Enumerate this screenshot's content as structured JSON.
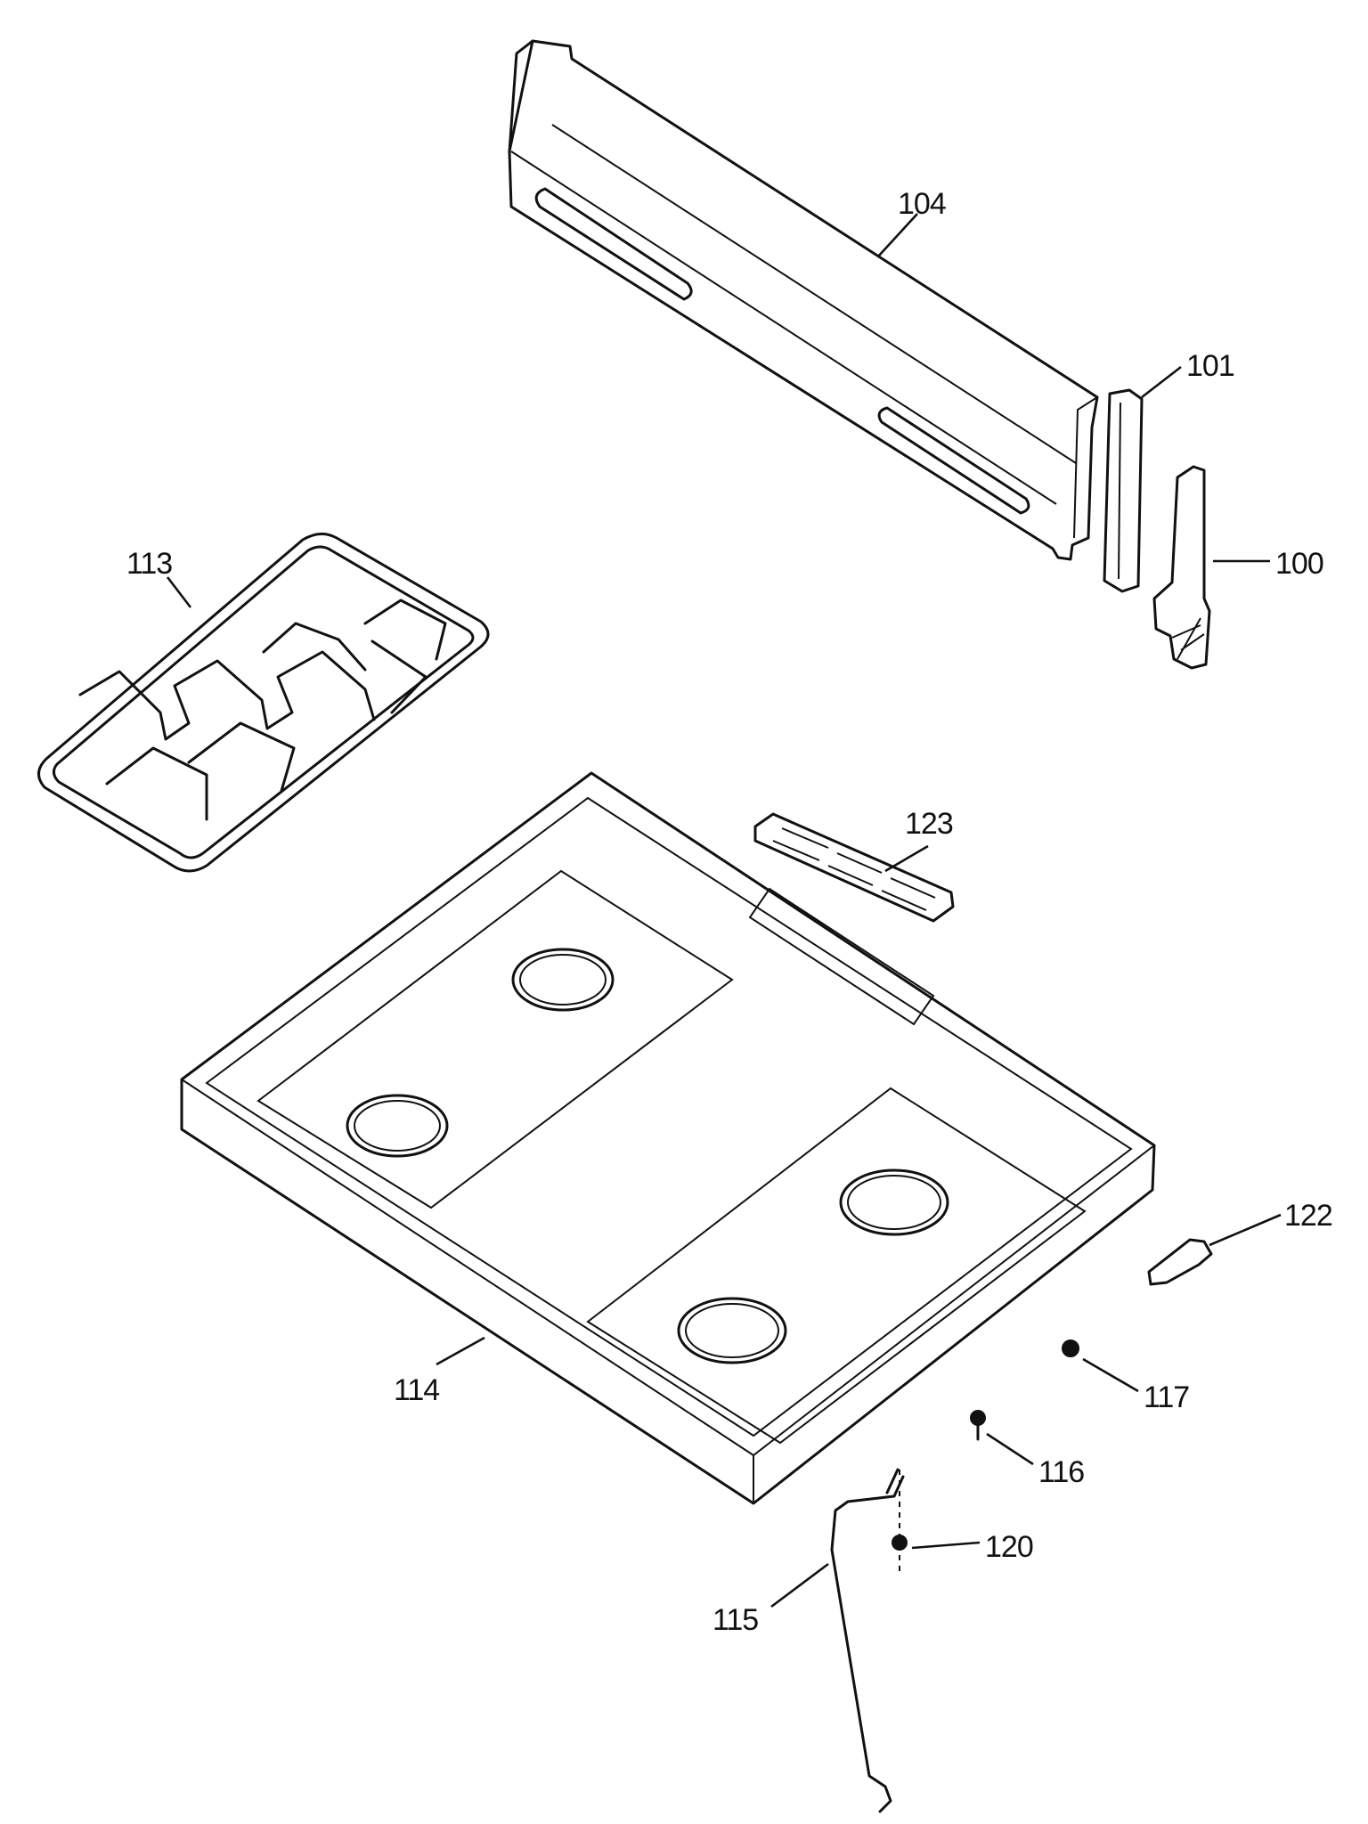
{
  "diagram": {
    "parts": [
      {
        "id": "p104",
        "label": "104"
      },
      {
        "id": "p101",
        "label": "101"
      },
      {
        "id": "p100",
        "label": "100"
      },
      {
        "id": "p113",
        "label": "113"
      },
      {
        "id": "p123",
        "label": "123"
      },
      {
        "id": "p114",
        "label": "114"
      },
      {
        "id": "p122",
        "label": "122"
      },
      {
        "id": "p117",
        "label": "117"
      },
      {
        "id": "p116",
        "label": "116"
      },
      {
        "id": "p120",
        "label": "120"
      },
      {
        "id": "p115",
        "label": "115"
      }
    ]
  }
}
